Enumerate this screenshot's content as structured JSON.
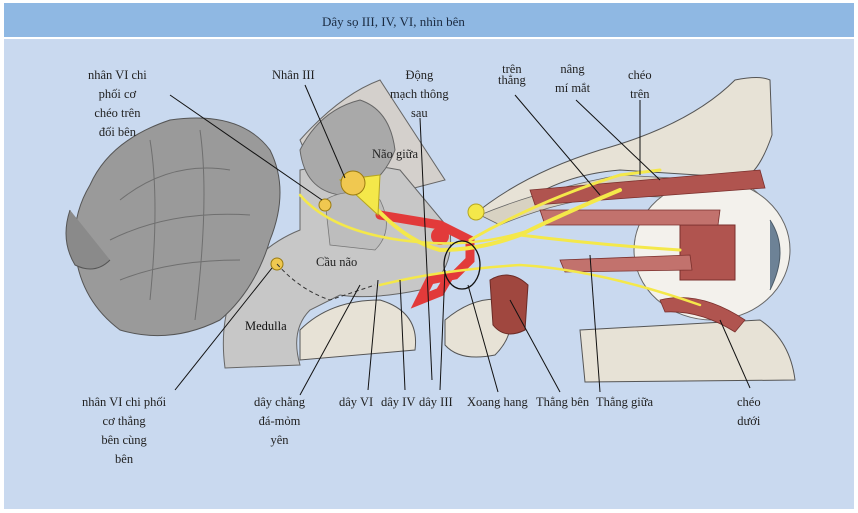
{
  "title": "Dây sọ III, IV, VI, nhìn bên",
  "labels": {
    "nhan_vi_cheo": [
      "nhân VI chi",
      "phối cơ",
      "chéo trên",
      "đối bên"
    ],
    "nhan_iii": "Nhân III",
    "dong_mach": [
      "Động",
      "mạch thông",
      "sau"
    ],
    "tren_thang": [
      "trên",
      "thẳng"
    ],
    "nang_mi": [
      "nâng",
      "mí mắt"
    ],
    "cheo_tren": [
      "chéo",
      "trên"
    ],
    "nao_giua": "Não giữa",
    "cau_nao": "Cầu não",
    "medulla": "Medulla",
    "nhan_vi_thang": [
      "nhân VI chi phối",
      "cơ thẳng",
      "bên cùng",
      "bên"
    ],
    "day_chang": [
      "dây chằng",
      "đá-mỏm",
      "yên"
    ],
    "day_vi": "dây VI",
    "day_iv": "dây IV",
    "day_iii": "dây III",
    "xoang_hang": "Xoang hang",
    "thang_ben": "Thẳng bên",
    "thang_giua": "Thẳng  giữa",
    "cheo_duoi": [
      "chéo",
      "dưới"
    ]
  },
  "colors": {
    "title_bar": "#8fb8e3",
    "panel": "#c9d9ef",
    "nerve": "#f4e84a",
    "artery": "#e23a3a",
    "muscle": "#b0544f",
    "bone": "#e7e2d6",
    "brain": "#9e9e9e"
  }
}
